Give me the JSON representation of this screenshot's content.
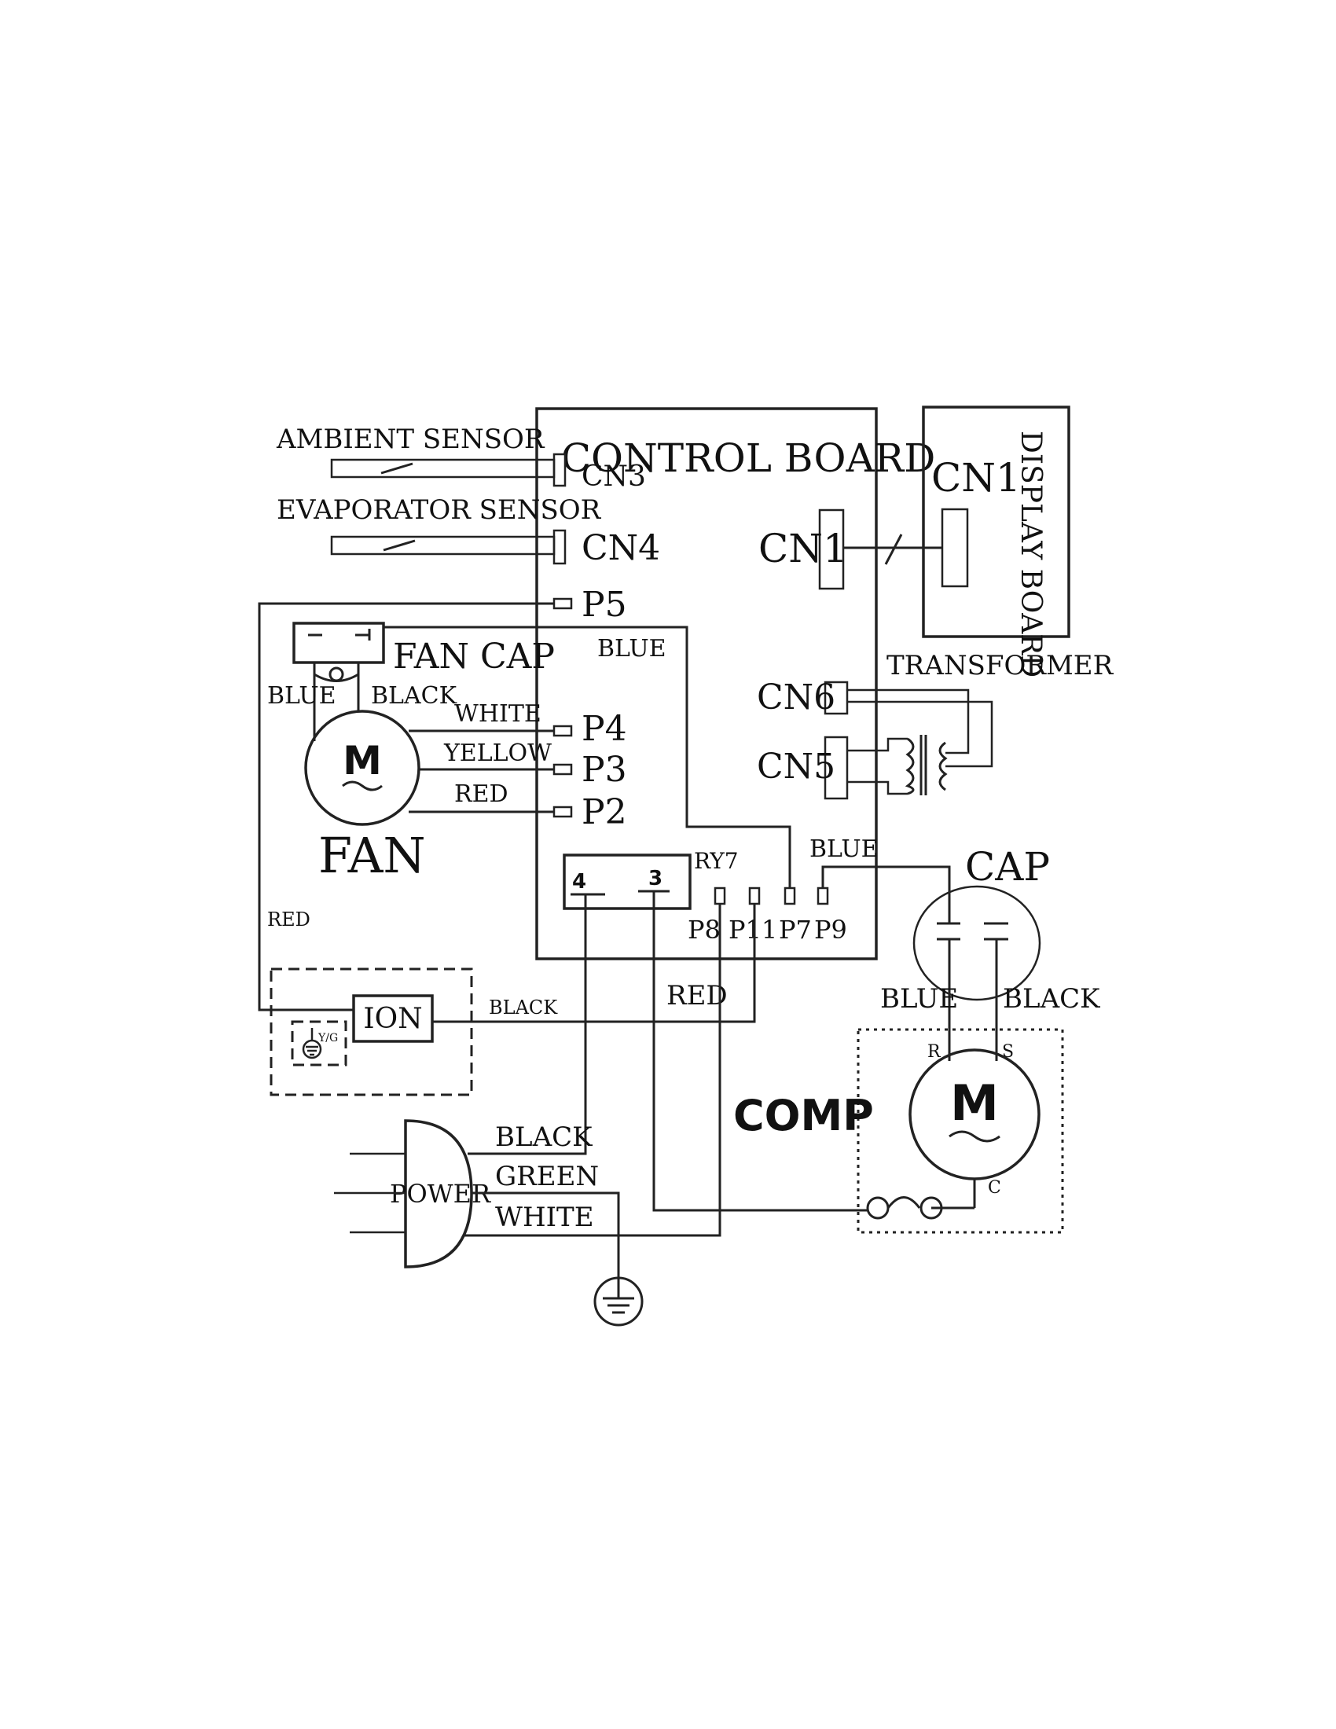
{
  "labels": {
    "ambient_sensor": "AMBIENT SENSOR",
    "evaporator_sensor": "EVAPORATOR SENSOR",
    "control_board": "CONTROL BOARD",
    "display_board": "DISPLAY BOARD",
    "cn1_display": "CN1",
    "cn1_board": "CN1",
    "cn3": "CN3",
    "cn4": "CN4",
    "cn5": "CN5",
    "cn6": "CN6",
    "p2": "P2",
    "p3": "P3",
    "p4": "P4",
    "p5": "P5",
    "p7": "P7",
    "p8": "P8",
    "p9": "P9",
    "p11": "P11",
    "ry7": "RY7",
    "relay_4": "4",
    "relay_3": "3",
    "transformer": "TRANSFORMER",
    "fan_cap": "FAN CAP",
    "fan": "FAN",
    "fan_motor": "M",
    "cap": "CAP",
    "comp": "COMP",
    "comp_motor": "M",
    "comp_r": "R",
    "comp_s": "S",
    "comp_c": "C",
    "ion": "ION",
    "yg": "Y/G",
    "power": "POWER"
  },
  "wire_labels": {
    "blue_top": "BLUE",
    "blue_fan": "BLUE",
    "black_fan": "BLACK",
    "white_fan": "WHITE",
    "yellow_fan": "YELLOW",
    "red_fan": "RED",
    "red_left": "RED",
    "blue_p9": "BLUE",
    "black_ion": "BLACK",
    "red_mid": "RED",
    "blue_cap": "BLUE",
    "black_cap": "BLACK",
    "black_power": "BLACK",
    "green_power": "GREEN",
    "white_power": "WHITE"
  }
}
